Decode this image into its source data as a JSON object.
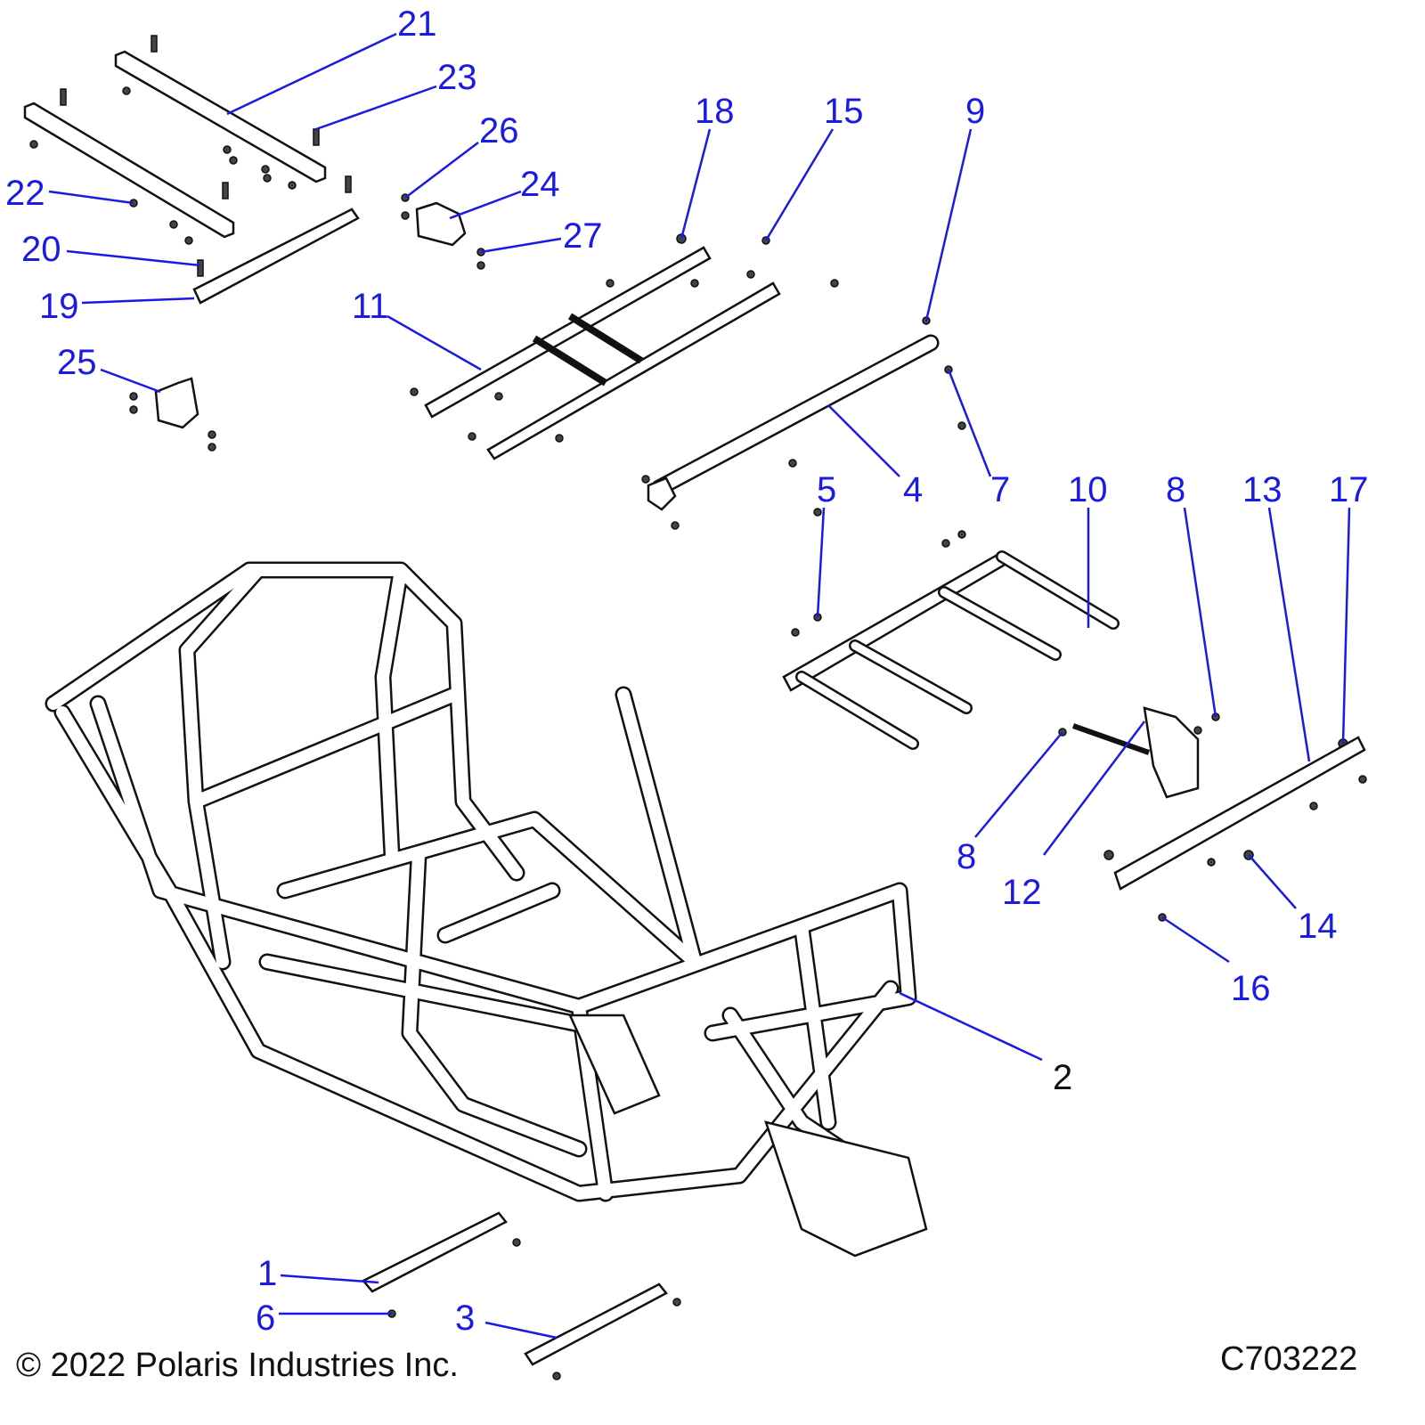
{
  "diagram": {
    "callouts": [
      "21",
      "23",
      "26",
      "24",
      "27",
      "22",
      "20",
      "19",
      "25",
      "11",
      "18",
      "15",
      "9",
      "4",
      "7",
      "5",
      "10",
      "8",
      "13",
      "17",
      "8",
      "12",
      "14",
      "16",
      "2",
      "1",
      "6",
      "3"
    ],
    "copyright": "© 2022 Polaris Industries Inc.",
    "figure_id": "C703222",
    "colors": {
      "callout": "#1a1ae6",
      "line_art": "#111111"
    }
  }
}
